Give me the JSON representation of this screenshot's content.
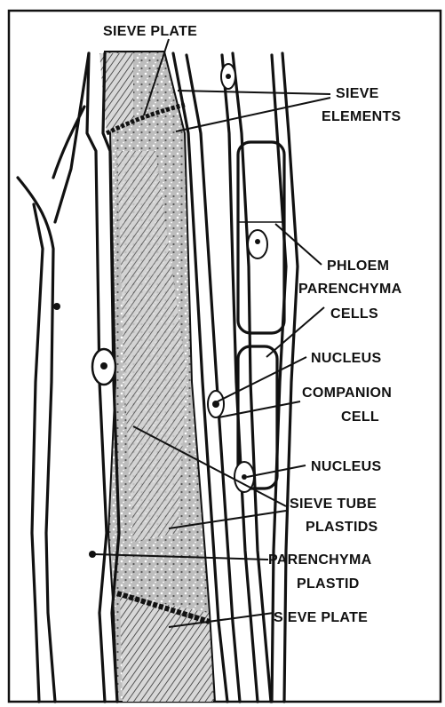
{
  "labels": {
    "sieve_plate_top": "SIEVE PLATE",
    "sieve_elements_1": "SIEVE",
    "sieve_elements_2": "ELEMENTS",
    "phloem_1": "PHLOEM",
    "phloem_2": "PARENCHYMA",
    "phloem_3": "CELLS",
    "nucleus_1": "NUCLEUS",
    "companion_1": "COMPANION",
    "companion_2": "CELL",
    "nucleus_2": "NUCLEUS",
    "sieve_tube_1": "SIEVE TUBE",
    "sieve_tube_2": "PLASTIDS",
    "parenchyma_plastid_1": "PARENCHYMA",
    "parenchyma_plastid_2": "PLASTID",
    "sieve_plate_bottom": "SIEVE PLATE"
  },
  "colors": {
    "ink": "#111111",
    "paper": "#ffffff",
    "stipple": "#9a9a9a"
  }
}
